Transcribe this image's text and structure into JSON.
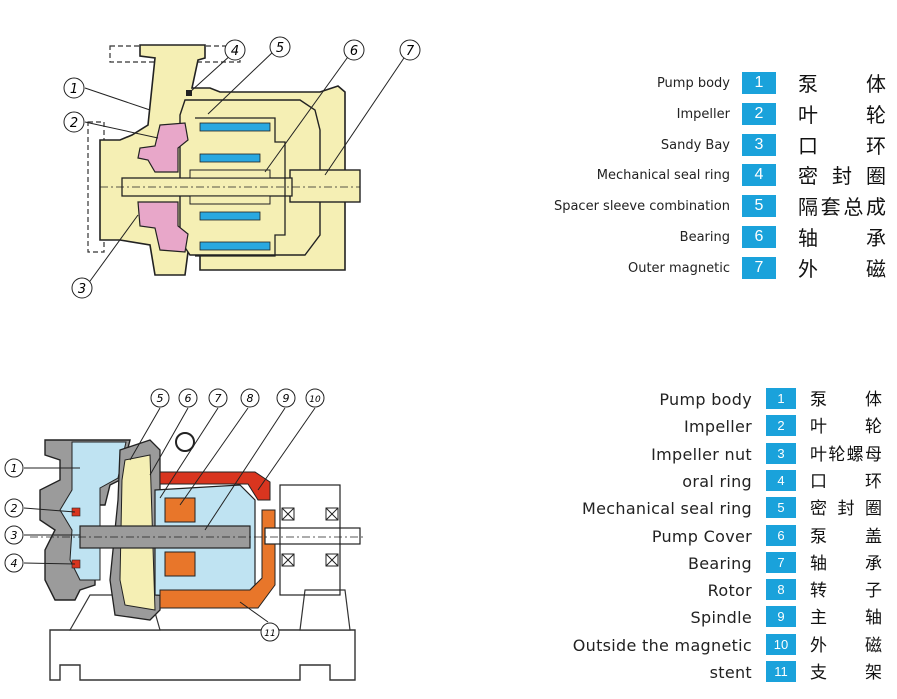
{
  "colors": {
    "body_fill": "#f5efb4",
    "impeller_fill": "#e8a7c9",
    "magnet_fill": "#29a8e0",
    "number_box": "#1aa2db",
    "orange": "#e8762a",
    "red": "#d9351f",
    "light_blue": "#bfe3f2",
    "gray": "#9b9b9b"
  },
  "top": {
    "callouts": [
      "1",
      "2",
      "3",
      "4",
      "5",
      "6",
      "7"
    ],
    "legend": [
      {
        "en": "Pump body",
        "num": "1",
        "cn": "泵体"
      },
      {
        "en": "Impeller",
        "num": "2",
        "cn": "叶轮"
      },
      {
        "en": "Sandy Bay",
        "num": "3",
        "cn": "口环"
      },
      {
        "en": "Mechanical seal ring",
        "num": "4",
        "cn": "密封圈"
      },
      {
        "en": "Spacer sleeve combination",
        "num": "5",
        "cn": "隔套总成"
      },
      {
        "en": "Bearing",
        "num": "6",
        "cn": "轴承"
      },
      {
        "en": "Outer magnetic",
        "num": "7",
        "cn": "外磁"
      }
    ]
  },
  "bottom": {
    "callouts": [
      "1",
      "2",
      "3",
      "4",
      "5",
      "6",
      "7",
      "8",
      "9",
      "10",
      "11"
    ],
    "legend": [
      {
        "en": "Pump body",
        "num": "1",
        "cn": "泵体"
      },
      {
        "en": "Impeller",
        "num": "2",
        "cn": "叶轮"
      },
      {
        "en": "Impeller nut",
        "num": "3",
        "cn": "叶轮螺母"
      },
      {
        "en": "oral ring",
        "num": "4",
        "cn": "口环"
      },
      {
        "en": "Mechanical seal ring",
        "num": "5",
        "cn": "密封圈"
      },
      {
        "en": "Pump Cover",
        "num": "6",
        "cn": "泵盖"
      },
      {
        "en": "Bearing",
        "num": "7",
        "cn": "轴承"
      },
      {
        "en": "Rotor",
        "num": "8",
        "cn": "转子"
      },
      {
        "en": "Spindle",
        "num": "9",
        "cn": "主轴"
      },
      {
        "en": "Outside the magnetic",
        "num": "10",
        "cn": "外磁"
      },
      {
        "en": "stent",
        "num": "11",
        "cn": "支架"
      }
    ]
  }
}
